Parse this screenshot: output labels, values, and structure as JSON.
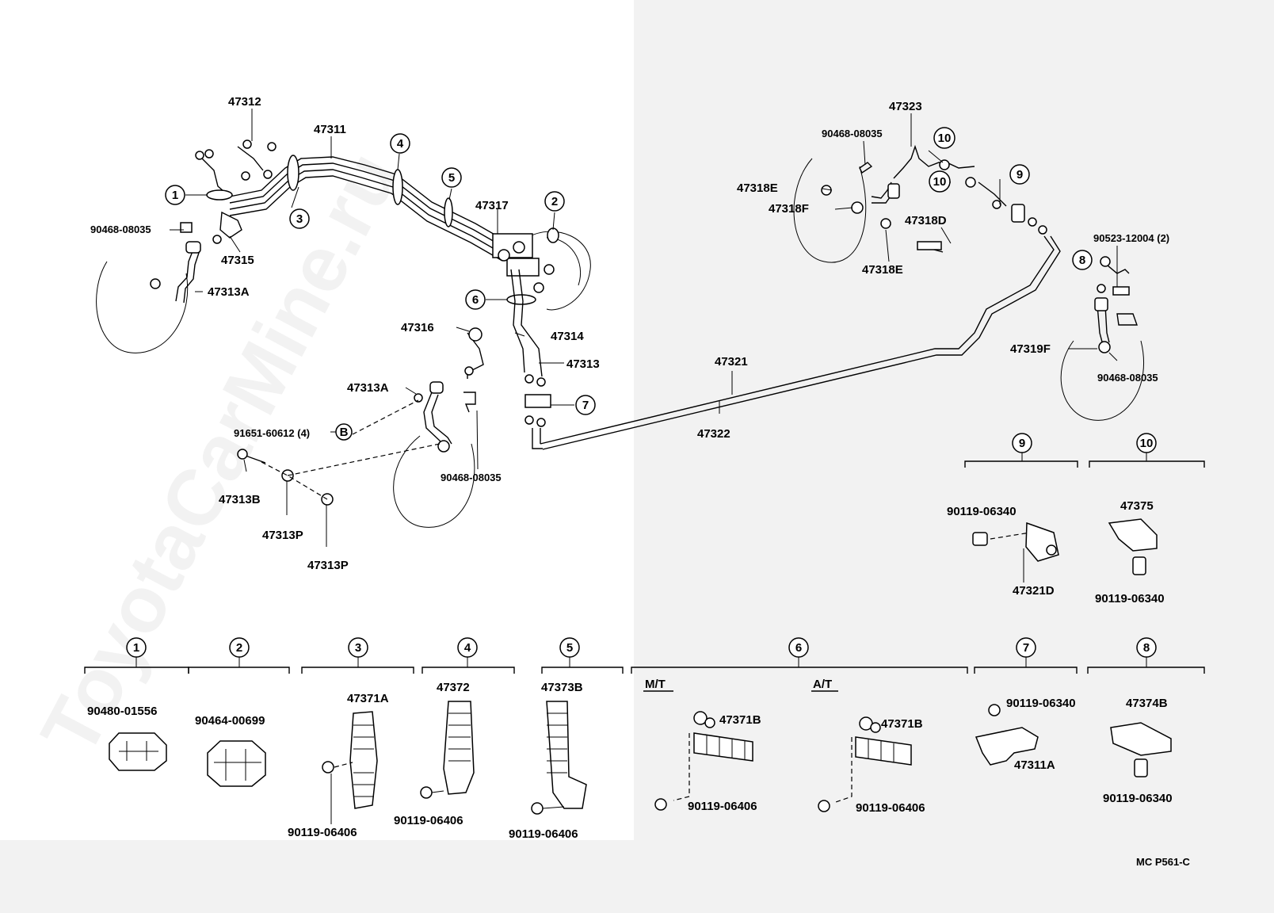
{
  "watermark": "ToyotaCarMine.ru",
  "diagram_code": "MC  P561-C",
  "part_labels": {
    "p47312": "47312",
    "p47311": "47311",
    "p90468_a": "90468-08035",
    "p47315": "47315",
    "p47313A_a": "47313A",
    "p47317": "47317",
    "p47316": "47316",
    "p47314": "47314",
    "p47313": "47313",
    "p47313A_b": "47313A",
    "p91651": "91651-60612 (4)",
    "p47313B": "47313B",
    "p47313P_a": "47313P",
    "p47313P_b": "47313P",
    "p90468_b": "90468-08035",
    "p47321": "47321",
    "p47322": "47322",
    "p47323": "47323",
    "p90468_c": "90468-08035",
    "p47318E_a": "47318E",
    "p47318F": "47318F",
    "p47318D": "47318D",
    "p47318E_b": "47318E",
    "p90523": "90523-12004 (2)",
    "p47319F": "47319F",
    "p90468_d": "90468-08035"
  },
  "callouts": {
    "c1": "1",
    "c2": "2",
    "c3": "3",
    "c4": "4",
    "c5": "5",
    "c6": "6",
    "c7": "7",
    "c8": "8",
    "c9": "9",
    "c10a": "10",
    "c10b": "10",
    "cB": "B"
  },
  "detail_groups": [
    {
      "num": "9",
      "parts": [
        "90119-06340",
        "47321D"
      ]
    },
    {
      "num": "10",
      "parts": [
        "47375",
        "90119-06340"
      ]
    },
    {
      "num": "1",
      "parts": [
        "90480-01556"
      ]
    },
    {
      "num": "2",
      "parts": [
        "90464-00699"
      ]
    },
    {
      "num": "3",
      "parts": [
        "47371A",
        "90119-06406"
      ]
    },
    {
      "num": "4",
      "parts": [
        "47372",
        "90119-06406"
      ]
    },
    {
      "num": "5",
      "parts": [
        "47373B",
        "90119-06406"
      ]
    },
    {
      "num": "6",
      "variants": [
        "M/T",
        "A/T"
      ],
      "parts": [
        "47371B",
        "90119-06406",
        "47371B",
        "90119-06406"
      ]
    },
    {
      "num": "7",
      "parts": [
        "90119-06340",
        "47311A"
      ]
    },
    {
      "num": "8",
      "parts": [
        "47374B",
        "90119-06340"
      ]
    }
  ]
}
